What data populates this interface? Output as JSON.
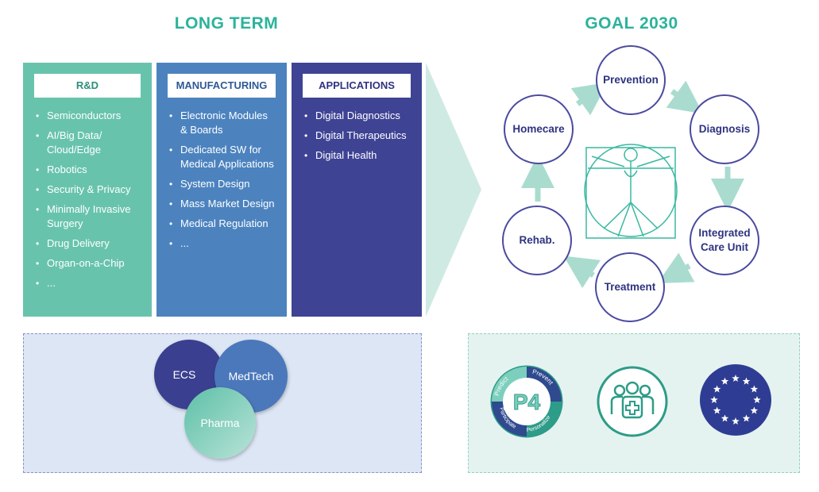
{
  "headings": {
    "long_term": "LONG TERM",
    "goal": "GOAL 2030"
  },
  "columns": [
    {
      "title": "R&D",
      "items": [
        "Semiconductors",
        "AI/Big Data/ Cloud/Edge",
        "Robotics",
        "Security & Privacy",
        "Minimally Invasive Surgery",
        "Drug Delivery",
        "Organ-on-a-Chip",
        "..."
      ]
    },
    {
      "title": "MANUFACTURING",
      "items": [
        "Electronic Modules & Boards",
        "Dedicated SW for Medical Applications",
        "System Design",
        "Mass Market Design",
        "Medical Regulation",
        "..."
      ]
    },
    {
      "title": "APPLICATIONS",
      "items": [
        "Digital Diagnostics",
        "Digital Therapeutics",
        "Digital Health"
      ]
    }
  ],
  "venn": {
    "ecs": "ECS",
    "medtech": "MedTech",
    "pharma": "Pharma"
  },
  "cycle": {
    "prevention": "Prevention",
    "diagnosis": "Diagnosis",
    "integrated_care_unit": "Integrated Care Unit",
    "treatment": "Treatment",
    "rehab": "Rehab.",
    "homecare": "Homecare"
  },
  "p4_badge": {
    "center": "P4",
    "segments": [
      "Predict",
      "Prevent",
      "Participate",
      "Personalize"
    ]
  },
  "icons": [
    "vitruvian-man-icon",
    "care-team-icon",
    "eu-flag-icon"
  ],
  "colors": {
    "teal": "#2bb39b",
    "rd": "#68c3ad",
    "manufacturing": "#4c83bf",
    "applications": "#3f4394",
    "node_border": "#4a4aa0",
    "arrow": "#a9dccf"
  }
}
